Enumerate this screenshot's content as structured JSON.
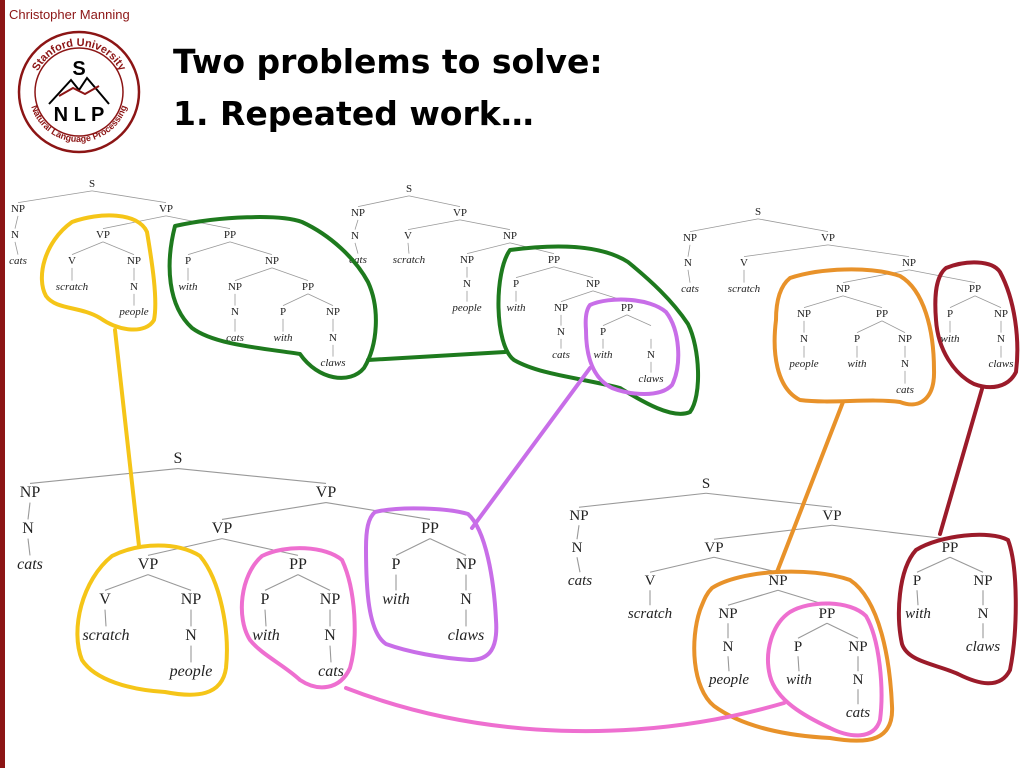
{
  "header": {
    "author": "Christopher Manning",
    "title_line1": "Two problems to solve:",
    "title_line2": "1. Repeated work…"
  },
  "logo": {
    "text_top": "Stanford University",
    "text_bottom": "Natural Language Processing",
    "text_S": "S",
    "text_NLP": "N L P",
    "color": "#8c1515"
  },
  "colors": {
    "yellow": "#f5c518",
    "green": "#1e7a1e",
    "purple": "#c86ee8",
    "pink": "#ee6fd0",
    "orange": "#e8922a",
    "darkred": "#9b1b2a",
    "tree_line": "#999999"
  },
  "trees": [
    {
      "id": "top-tree-1",
      "nodes": [
        {
          "id": "s",
          "label": "S"
        },
        {
          "id": "np",
          "label": "NP"
        },
        {
          "id": "vp",
          "label": "VP"
        },
        {
          "id": "n",
          "label": "N"
        },
        {
          "id": "vp2",
          "label": "VP"
        },
        {
          "id": "pp",
          "label": "PP"
        },
        {
          "id": "cats",
          "label": "cats",
          "word": true
        },
        {
          "id": "v",
          "label": "V"
        },
        {
          "id": "np2",
          "label": "NP"
        },
        {
          "id": "p",
          "label": "P"
        },
        {
          "id": "np3",
          "label": "NP"
        },
        {
          "id": "scratch",
          "label": "scratch",
          "word": true
        },
        {
          "id": "n2",
          "label": "N"
        },
        {
          "id": "with",
          "label": "with",
          "word": true
        },
        {
          "id": "np4",
          "label": "NP"
        },
        {
          "id": "pp2",
          "label": "PP"
        },
        {
          "id": "people",
          "label": "people",
          "word": true
        },
        {
          "id": "n3",
          "label": "N"
        },
        {
          "id": "p2",
          "label": "P"
        },
        {
          "id": "np5",
          "label": "NP"
        },
        {
          "id": "cats2",
          "label": "cats",
          "word": true
        },
        {
          "id": "with2",
          "label": "with",
          "word": true
        },
        {
          "id": "n4",
          "label": "N"
        },
        {
          "id": "claws",
          "label": "claws",
          "word": true
        }
      ]
    },
    {
      "id": "top-tree-2",
      "nodes": [
        {
          "id": "s",
          "label": "S"
        },
        {
          "id": "np",
          "label": "NP"
        },
        {
          "id": "vp",
          "label": "VP"
        },
        {
          "id": "n",
          "label": "N"
        },
        {
          "id": "v",
          "label": "V"
        },
        {
          "id": "np2",
          "label": "NP"
        },
        {
          "id": "cats",
          "label": "cats",
          "word": true
        },
        {
          "id": "scratch",
          "label": "scratch",
          "word": true
        },
        {
          "id": "np3",
          "label": "NP"
        },
        {
          "id": "pp",
          "label": "PP"
        },
        {
          "id": "n2",
          "label": "N"
        },
        {
          "id": "p",
          "label": "P"
        },
        {
          "id": "np4",
          "label": "NP"
        },
        {
          "id": "people",
          "label": "people",
          "word": true
        },
        {
          "id": "with",
          "label": "with",
          "word": true
        },
        {
          "id": "n3",
          "label": "N"
        },
        {
          "id": "pp2",
          "label": "PP"
        },
        {
          "id": "cats2",
          "label": "cats",
          "word": true
        },
        {
          "id": "p2",
          "label": "P"
        },
        {
          "id": "np5",
          "label": "NP"
        },
        {
          "id": "with2",
          "label": "with",
          "word": true
        },
        {
          "id": "n4",
          "label": "N"
        },
        {
          "id": "claws",
          "label": "claws",
          "word": true
        }
      ]
    },
    {
      "id": "top-tree-3",
      "nodes": [
        {
          "id": "s",
          "label": "S"
        },
        {
          "id": "np",
          "label": "NP"
        },
        {
          "id": "vp",
          "label": "VP"
        },
        {
          "id": "n",
          "label": "N"
        },
        {
          "id": "v",
          "label": "V"
        },
        {
          "id": "np2",
          "label": "NP"
        },
        {
          "id": "cats",
          "label": "cats",
          "word": true
        },
        {
          "id": "scratch",
          "label": "scratch",
          "word": true
        },
        {
          "id": "np3",
          "label": "NP"
        },
        {
          "id": "pp",
          "label": "PP"
        },
        {
          "id": "np4",
          "label": "NP"
        },
        {
          "id": "pp2",
          "label": "PP"
        },
        {
          "id": "p",
          "label": "P"
        },
        {
          "id": "np5",
          "label": "NP"
        },
        {
          "id": "n2",
          "label": "N"
        },
        {
          "id": "p2",
          "label": "P"
        },
        {
          "id": "np6",
          "label": "NP"
        },
        {
          "id": "with",
          "label": "with",
          "word": true
        },
        {
          "id": "n3",
          "label": "N"
        },
        {
          "id": "people",
          "label": "people",
          "word": true
        },
        {
          "id": "with2",
          "label": "with",
          "word": true
        },
        {
          "id": "n4",
          "label": "N"
        },
        {
          "id": "claws",
          "label": "claws",
          "word": true
        },
        {
          "id": "cats2",
          "label": "cats",
          "word": true
        }
      ]
    },
    {
      "id": "bottom-tree-1",
      "nodes": [
        {
          "id": "s",
          "label": "S"
        },
        {
          "id": "np",
          "label": "NP"
        },
        {
          "id": "vp",
          "label": "VP"
        },
        {
          "id": "n",
          "label": "N"
        },
        {
          "id": "vp2",
          "label": "VP"
        },
        {
          "id": "pp",
          "label": "PP"
        },
        {
          "id": "cats",
          "label": "cats",
          "word": true
        },
        {
          "id": "vp3",
          "label": "VP"
        },
        {
          "id": "pp3",
          "label": "PP"
        },
        {
          "id": "v",
          "label": "V"
        },
        {
          "id": "np2",
          "label": "NP"
        },
        {
          "id": "scratch",
          "label": "scratch",
          "word": true
        },
        {
          "id": "n2",
          "label": "N"
        },
        {
          "id": "people",
          "label": "people",
          "word": true
        },
        {
          "id": "p",
          "label": "P"
        },
        {
          "id": "np3",
          "label": "NP"
        },
        {
          "id": "with",
          "label": "with",
          "word": true
        },
        {
          "id": "n3",
          "label": "N"
        },
        {
          "id": "cats2",
          "label": "cats",
          "word": true
        },
        {
          "id": "p2",
          "label": "P"
        },
        {
          "id": "np4",
          "label": "NP"
        },
        {
          "id": "with2",
          "label": "with",
          "word": true
        },
        {
          "id": "n4",
          "label": "N"
        },
        {
          "id": "claws",
          "label": "claws",
          "word": true
        }
      ]
    },
    {
      "id": "bottom-tree-2",
      "nodes": [
        {
          "id": "s",
          "label": "S"
        },
        {
          "id": "np",
          "label": "NP"
        },
        {
          "id": "vp",
          "label": "VP"
        },
        {
          "id": "n",
          "label": "N"
        },
        {
          "id": "vp2",
          "label": "VP"
        },
        {
          "id": "pp",
          "label": "PP"
        },
        {
          "id": "cats",
          "label": "cats",
          "word": true
        },
        {
          "id": "v",
          "label": "V"
        },
        {
          "id": "np2",
          "label": "NP"
        },
        {
          "id": "scratch",
          "label": "scratch",
          "word": true
        },
        {
          "id": "np3",
          "label": "NP"
        },
        {
          "id": "pp2",
          "label": "PP"
        },
        {
          "id": "n2",
          "label": "N"
        },
        {
          "id": "p",
          "label": "P"
        },
        {
          "id": "np4",
          "label": "NP"
        },
        {
          "id": "people",
          "label": "people",
          "word": true
        },
        {
          "id": "with",
          "label": "with",
          "word": true
        },
        {
          "id": "n3",
          "label": "N"
        },
        {
          "id": "cats2",
          "label": "cats",
          "word": true
        },
        {
          "id": "p2",
          "label": "P"
        },
        {
          "id": "np5",
          "label": "NP"
        },
        {
          "id": "with2",
          "label": "with",
          "word": true
        },
        {
          "id": "n4",
          "label": "N"
        },
        {
          "id": "claws",
          "label": "claws",
          "word": true
        }
      ]
    }
  ]
}
